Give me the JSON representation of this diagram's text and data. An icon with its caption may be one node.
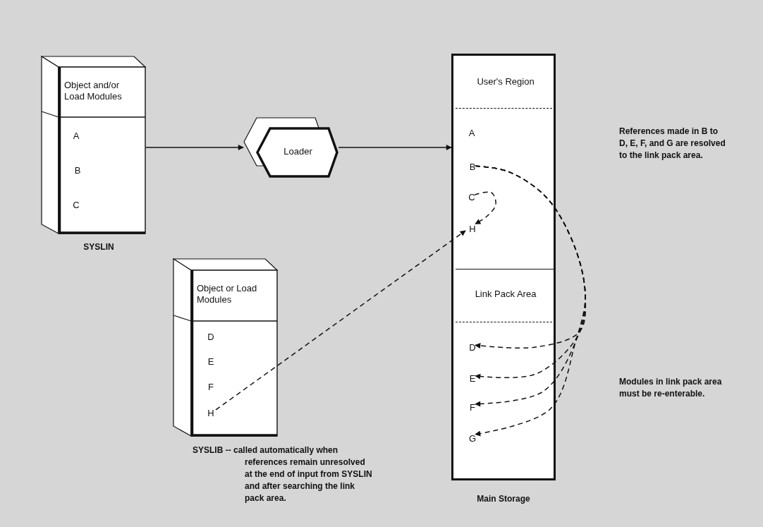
{
  "diagram": {
    "nodes": [
      {
        "text": [
          "Object and/or Load Modules"
        ],
        "beside": [
          "SYSLIN"
        ]
      },
      {
        "text": [
          "A"
        ],
        "in": 0
      },
      {
        "text": [
          "B"
        ],
        "in": 0
      },
      {
        "text": [
          "C"
        ],
        "in": 0
      },
      {
        "text": [
          "Loader"
        ]
      },
      {
        "text": [],
        "shape": "box",
        "beside": [
          "Main Storage"
        ]
      },
      {
        "text": [
          "User's Region"
        ],
        "in": 5
      },
      {
        "text": [
          "A"
        ],
        "in": 6
      },
      {
        "text": [
          "B"
        ],
        "in": 6
      },
      {
        "text": [
          "C"
        ],
        "in": 6
      },
      {
        "text": [
          "H"
        ],
        "in": 6
      },
      {
        "text": [
          "Link Pack Area"
        ],
        "in": 5
      },
      {
        "text": [
          "D"
        ],
        "in": 11
      },
      {
        "text": [
          "E"
        ],
        "in": 11
      },
      {
        "text": [
          "F"
        ],
        "in": 11
      },
      {
        "text": [
          "G"
        ],
        "in": 11
      },
      {
        "text": [
          "Object or Load Modules"
        ],
        "beside": [
          "SYSLIB -- called automatically when references remain unresolved at the end of input from SYSLIN and after searching the link pack area."
        ]
      },
      {
        "text": [
          "D"
        ],
        "in": 16
      },
      {
        "text": [
          "E"
        ],
        "in": 16
      },
      {
        "text": [
          "F"
        ],
        "in": 16
      },
      {
        "text": [
          "H"
        ],
        "in": 16
      }
    ],
    "edges": [
      {
        "from": 0,
        "to": 4,
        "arrow": "to"
      },
      {
        "from": 4,
        "to": 5,
        "arrow": "to"
      },
      {
        "from": 8,
        "to": 12,
        "arrow": "to",
        "style": "dashed"
      },
      {
        "from": 8,
        "to": 13,
        "arrow": "to",
        "style": "dashed"
      },
      {
        "from": 8,
        "to": 14,
        "arrow": "to",
        "style": "dashed"
      },
      {
        "from": 8,
        "to": 15,
        "arrow": "to",
        "style": "dashed"
      },
      {
        "from": 9,
        "to": 10,
        "arrow": "to",
        "style": "dashed"
      },
      {
        "from": 20,
        "to": 10,
        "arrow": "to",
        "style": "dashed"
      }
    ],
    "labels": [
      "References made in B to D, E, F, and G are resolved to the link pack area.",
      "Modules in link pack area must be re-enterable."
    ]
  }
}
